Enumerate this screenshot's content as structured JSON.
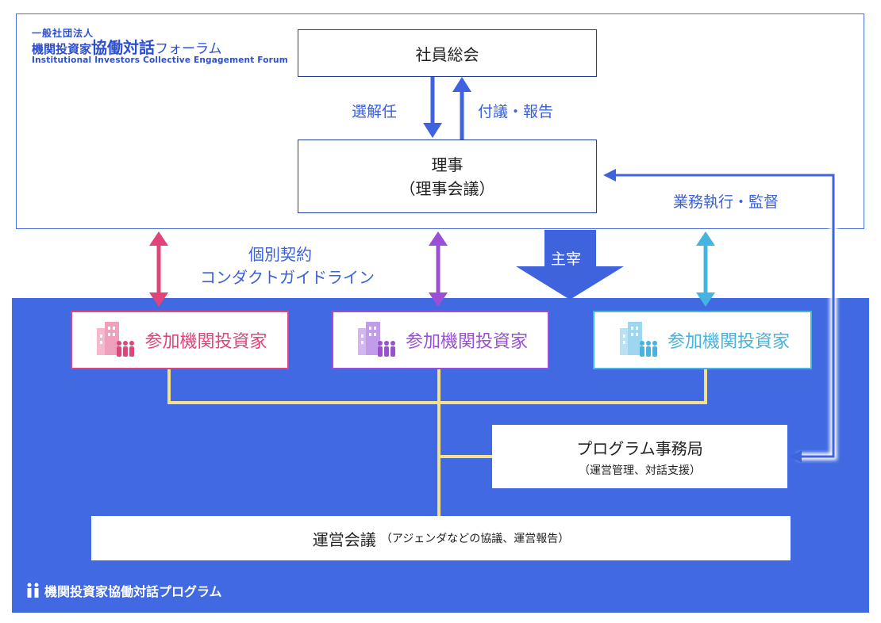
{
  "logo": {
    "small": "一般社団法人",
    "prefix": "機関投資家",
    "name": "協働対話",
    "suffix": "フォーラム",
    "english": "Institutional Investors Collective Engagement Forum"
  },
  "nodes": {
    "general_meeting": "社員総会",
    "board_line1": "理事",
    "board_line2": "（理事会議）",
    "investor": "参加機関投資家",
    "secretariat_title": "プログラム事務局",
    "secretariat_sub": "（運営管理、対話支援）",
    "steering_title": "運営会議",
    "steering_sub": "（アジェンダなどの協議、運営報告）"
  },
  "relations": {
    "elect": "選解任",
    "report": "付議・報告",
    "execute": "業務執行・監督",
    "contract_line1": "個別契約",
    "contract_line2": "コンダクトガイドライン",
    "host": "主宰"
  },
  "program": {
    "title": "機関投資家協働対話プログラム"
  },
  "colors": {
    "blue": "#4169e1",
    "pink": "#e0457a",
    "purple": "#9a4fd6",
    "cyan": "#45b4e0",
    "connector": "#f6e08a"
  }
}
